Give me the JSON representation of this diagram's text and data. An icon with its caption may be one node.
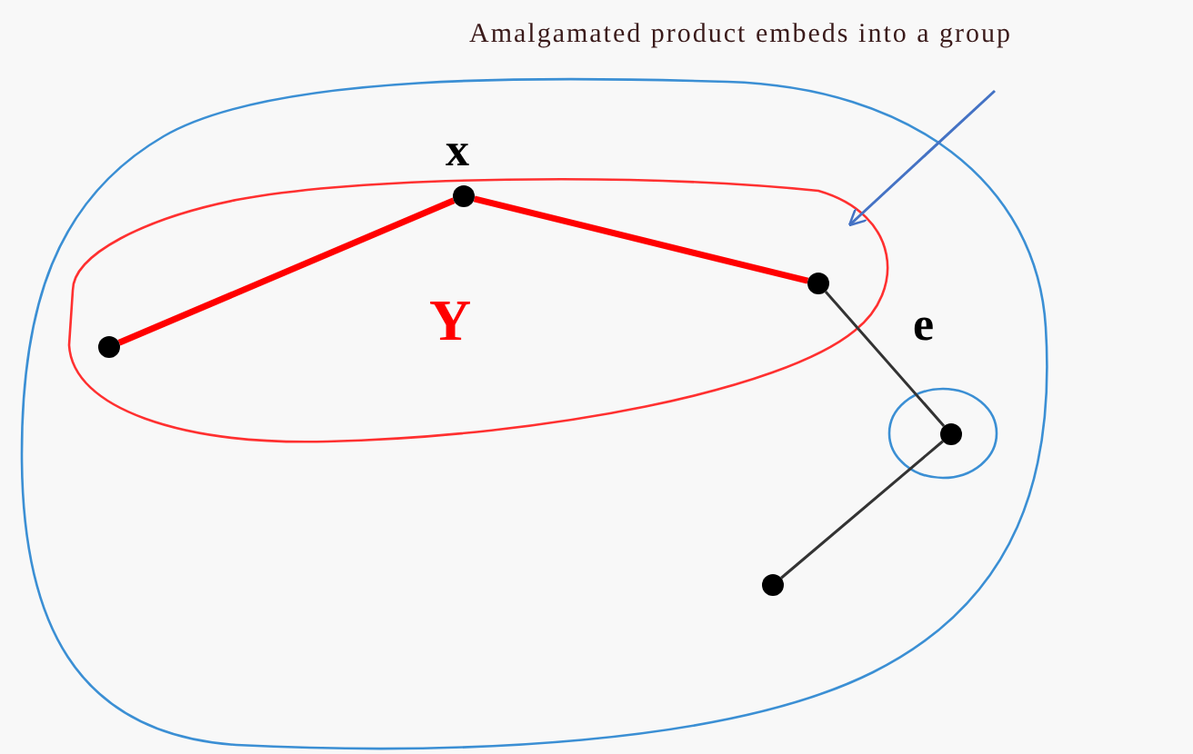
{
  "diagram": {
    "nodes": [
      {
        "text": [
          "Amalgamated product embeds into a group"
        ]
      },
      {
        "text": [],
        "shape": "blob"
      },
      {
        "text": [
          "Y"
        ],
        "in": 1
      },
      {
        "text": [],
        "shape": "circle",
        "in": 2
      },
      {
        "text": [],
        "shape": "circle",
        "in": 2,
        "beside": [
          "x"
        ]
      },
      {
        "text": [],
        "shape": "circle",
        "in": 2
      },
      {
        "text": [],
        "shape": "circle",
        "in": 1,
        "beside": [
          "e"
        ]
      },
      {
        "text": [],
        "shape": "circle",
        "in": 6
      },
      {
        "text": [],
        "shape": "circle",
        "in": 1
      }
    ],
    "edges": [
      {
        "from": 0,
        "to": 2,
        "arrow": "to",
        "color": "#4472c4"
      },
      {
        "from": 3,
        "to": 4,
        "arrow": "none",
        "style": "thick",
        "color": "#ff0000"
      },
      {
        "from": 4,
        "to": 5,
        "arrow": "none",
        "style": "thick",
        "color": "#ff0000"
      },
      {
        "from": 5,
        "to": 7,
        "arrow": "none",
        "color": "#333333"
      },
      {
        "from": 7,
        "to": 8,
        "arrow": "none",
        "color": "#333333"
      }
    ]
  }
}
